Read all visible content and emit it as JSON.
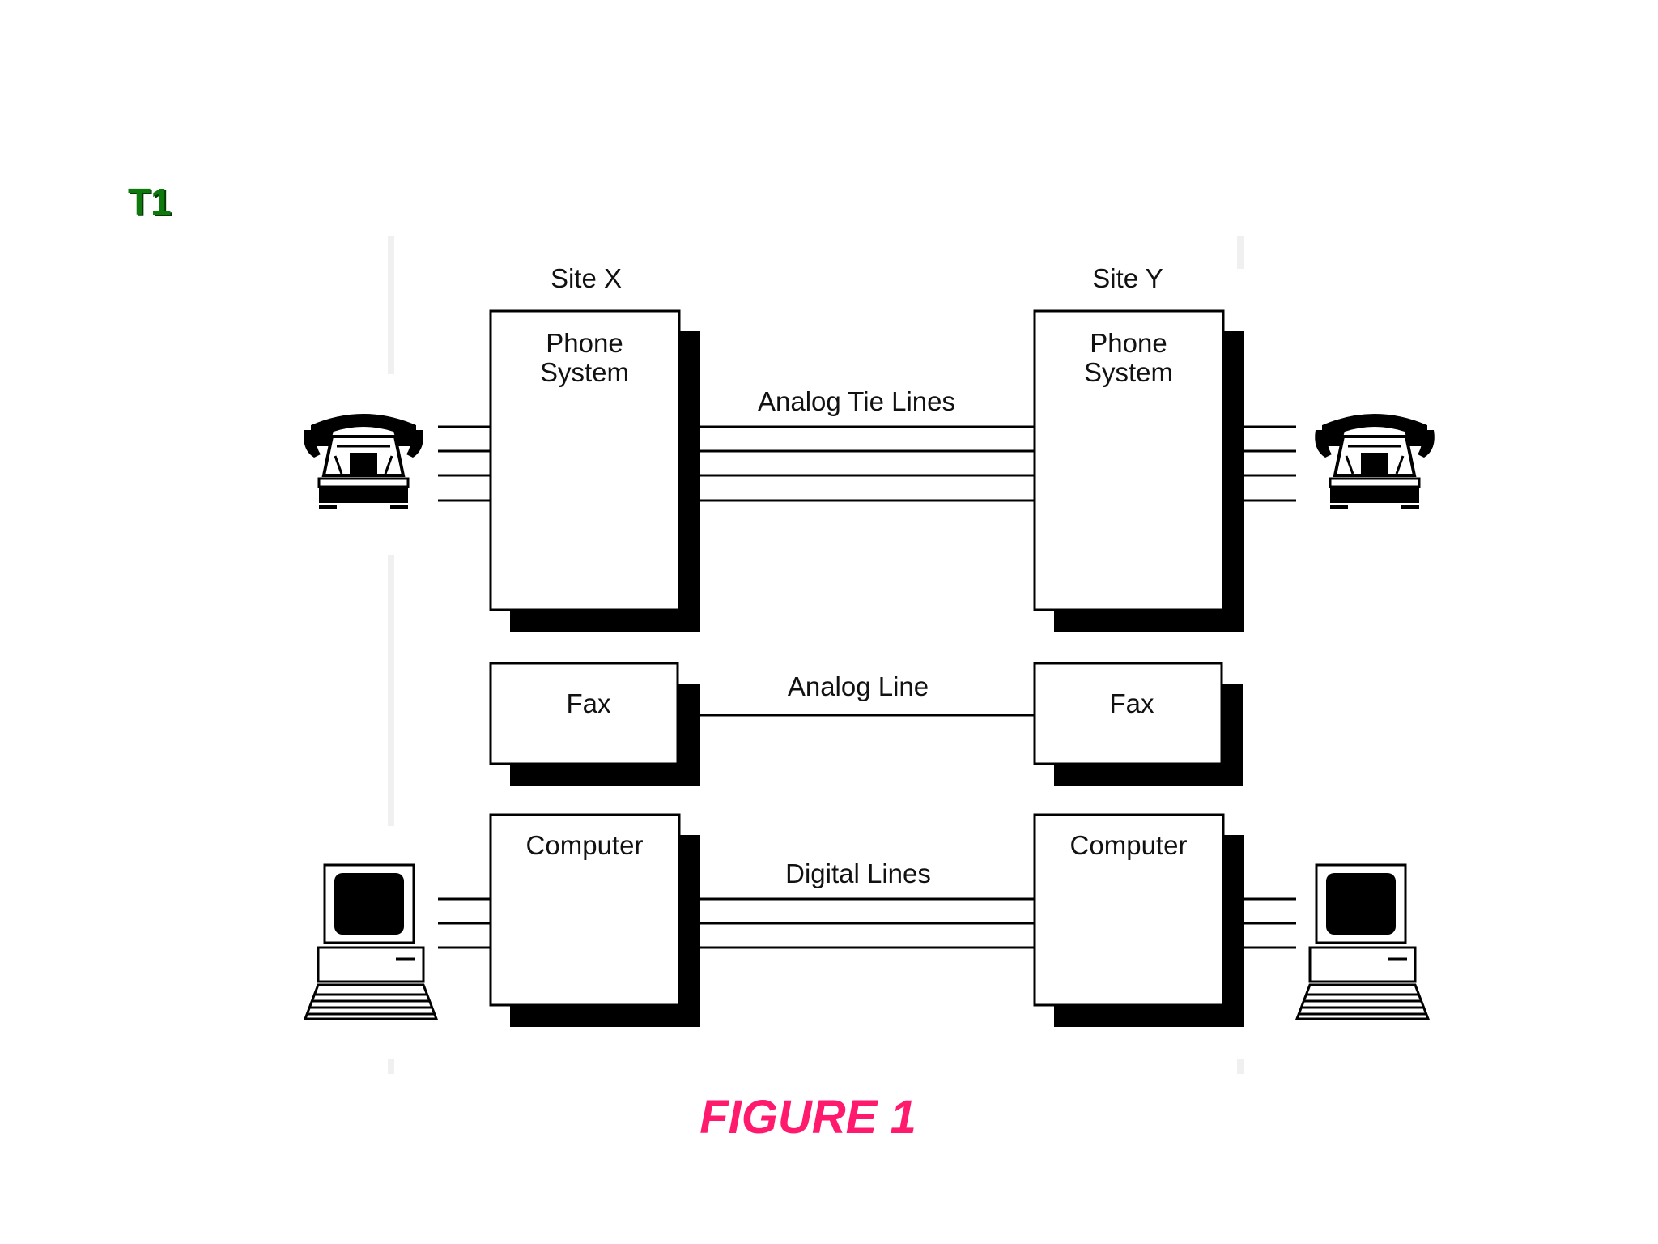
{
  "title": "T1",
  "caption": "FIGURE 1",
  "sites": {
    "left": {
      "label": "Site X"
    },
    "right": {
      "label": "Site Y"
    }
  },
  "devices": {
    "phone_system_line1": "Phone",
    "phone_system_line2": "System",
    "fax": "Fax",
    "computer": "Computer"
  },
  "links": {
    "phone": "Analog Tie Lines",
    "fax": "Analog Line",
    "computer": "Digital Lines"
  },
  "icons": {
    "telephone": "telephone-icon",
    "computer": "computer-icon"
  },
  "colors": {
    "title": "#0e7a0e",
    "caption": "#ff1a6e",
    "line": "#000000"
  }
}
